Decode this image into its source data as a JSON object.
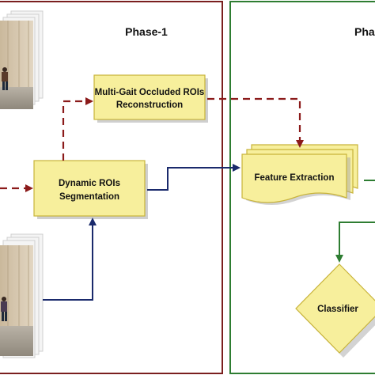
{
  "phases": {
    "phase1_title": "Phase-1",
    "phase2_title_visible": "Phas"
  },
  "boxes": {
    "reconstruction_line1": "Multi-Gait Occluded ROIs",
    "reconstruction_line2": "Reconstruction",
    "segmentation_line1": "Dynamic ROIs",
    "segmentation_line2": "Segmentation",
    "feature_extraction": "Feature Extraction",
    "classifier": "Classifier"
  },
  "colors": {
    "phase1_border": "#7a1f1f",
    "phase2_border": "#2e7d32",
    "process_box_fill": "#f7ef9c",
    "process_box_border": "#c8b33a",
    "dashed_arrow": "#8b1a1a",
    "solid_arrow_navy": "#1a2a6c",
    "solid_arrow_green": "#2e7d32"
  },
  "icons": {
    "top_image": "walking-person-photo-stack",
    "bottom_image": "walking-person-photo-stack"
  }
}
